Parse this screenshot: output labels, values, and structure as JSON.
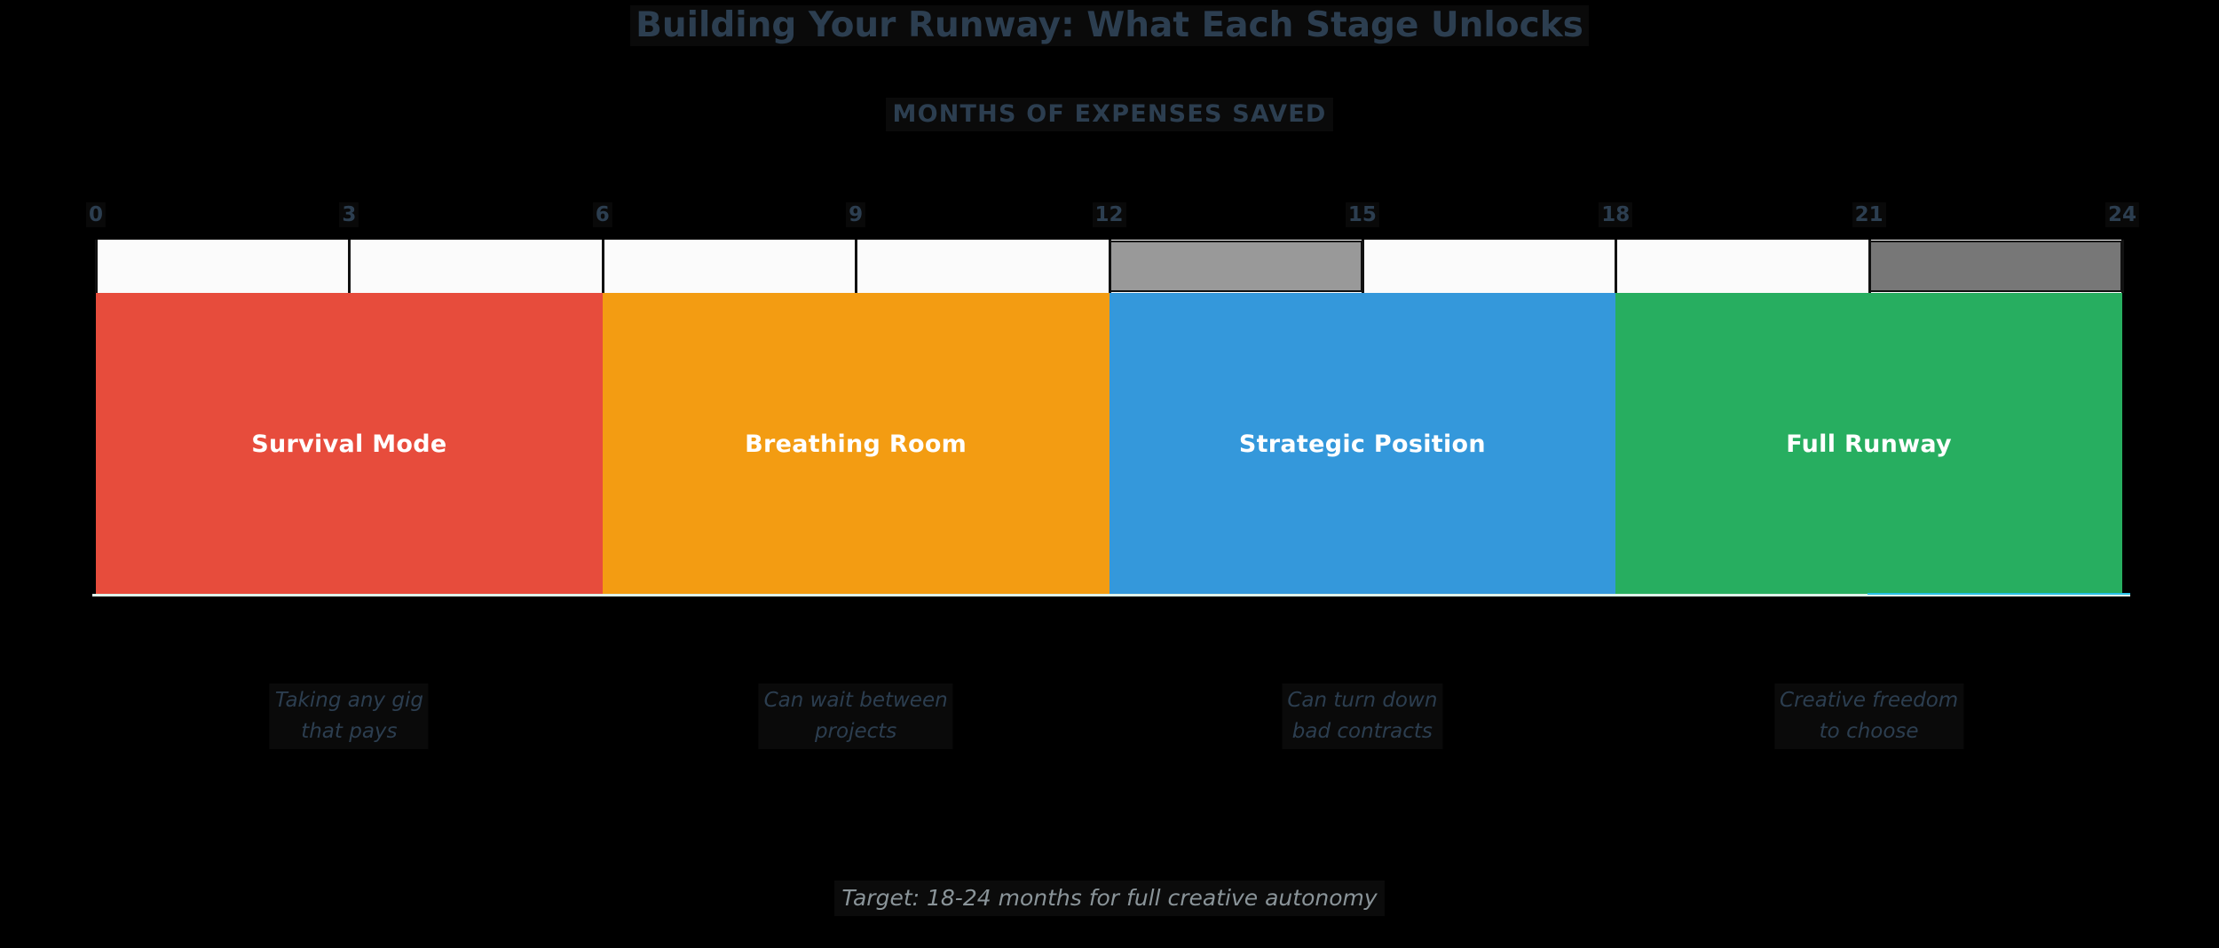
{
  "title": "Building Your Runway: What Each Stage Unlocks",
  "subtitle": "MONTHS OF EXPENSES SAVED",
  "footer_note": "Target: 18-24 months for full creative autonomy",
  "colors": {
    "background": "#000000",
    "title": "#2c3e50",
    "subtitle": "#2c3e50",
    "annotation": "#2c3e50",
    "footer": "#8a9499",
    "survival": "#e74c3c",
    "breathing": "#f39c12",
    "strategic": "#3498db",
    "full": "#27ae60",
    "band_light": "#999999",
    "band_dark": "#777777",
    "strip": "#fbfbfb",
    "tick": "#111111"
  },
  "chart_data": {
    "type": "bar",
    "orientation": "horizontal-stacked",
    "title": "Building Your Runway: What Each Stage Unlocks",
    "xlabel": "MONTHS OF EXPENSES SAVED",
    "ylabel": "",
    "xlim": [
      0,
      24
    ],
    "grid": false,
    "legend": "none",
    "xticks": [
      0,
      3,
      6,
      9,
      12,
      15,
      18,
      21,
      24
    ],
    "xticklabels": [
      "0",
      "3",
      "6",
      "9",
      "12",
      "15",
      "18",
      "21",
      "24"
    ],
    "categories": [
      "Survival Mode",
      "Breathing Room",
      "Strategic Position",
      "Full Runway"
    ],
    "values": [
      6,
      6,
      6,
      6
    ],
    "segments": [
      {
        "label": "Survival Mode",
        "start": 0,
        "end": 6,
        "width": 6,
        "color": "#e74c3c"
      },
      {
        "label": "Breathing Room",
        "start": 6,
        "end": 12,
        "width": 6,
        "color": "#f39c12"
      },
      {
        "label": "Strategic Position",
        "start": 12,
        "end": 18,
        "width": 6,
        "color": "#3498db"
      },
      {
        "label": "Full Runway",
        "start": 18,
        "end": 24,
        "width": 6,
        "color": "#27ae60"
      }
    ],
    "highlight_bands": [
      {
        "start": 12,
        "end": 15,
        "color": "#999999"
      },
      {
        "start": 21,
        "end": 24,
        "color": "#777777"
      }
    ],
    "annotations": [
      {
        "at": 3,
        "line1": "Taking any gig",
        "line2": "that pays"
      },
      {
        "at": 9,
        "line1": "Can wait between",
        "line2": "projects"
      },
      {
        "at": 15,
        "line1": "Can turn down",
        "line2": "bad contracts"
      },
      {
        "at": 21,
        "line1": "Creative freedom",
        "line2": "to choose"
      }
    ]
  }
}
